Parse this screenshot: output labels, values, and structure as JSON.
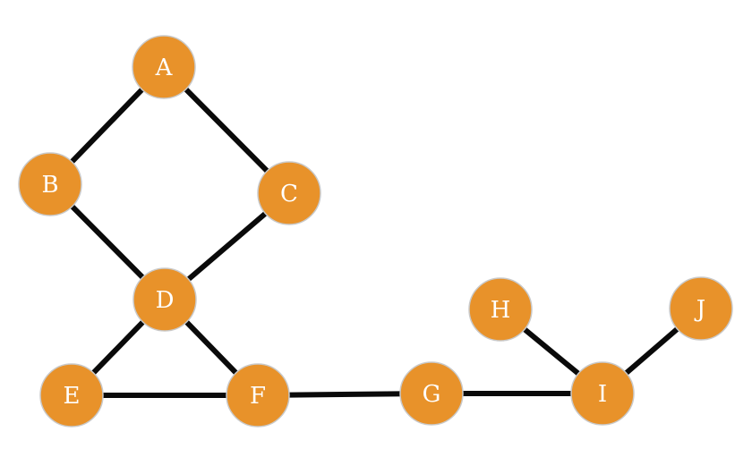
{
  "graph": {
    "node_color": "#e8922a",
    "edge_color": "#0a0a0a",
    "nodes": [
      {
        "id": "A",
        "label": "A"
      },
      {
        "id": "B",
        "label": "B"
      },
      {
        "id": "C",
        "label": "C"
      },
      {
        "id": "D",
        "label": "D"
      },
      {
        "id": "E",
        "label": "E"
      },
      {
        "id": "F",
        "label": "F"
      },
      {
        "id": "G",
        "label": "G"
      },
      {
        "id": "H",
        "label": "H"
      },
      {
        "id": "I",
        "label": "I"
      },
      {
        "id": "J",
        "label": "J"
      }
    ],
    "edges": [
      [
        "A",
        "B"
      ],
      [
        "A",
        "C"
      ],
      [
        "B",
        "D"
      ],
      [
        "C",
        "D"
      ],
      [
        "D",
        "E"
      ],
      [
        "D",
        "F"
      ],
      [
        "E",
        "F"
      ],
      [
        "F",
        "G"
      ],
      [
        "G",
        "I"
      ],
      [
        "H",
        "I"
      ],
      [
        "I",
        "J"
      ]
    ]
  }
}
